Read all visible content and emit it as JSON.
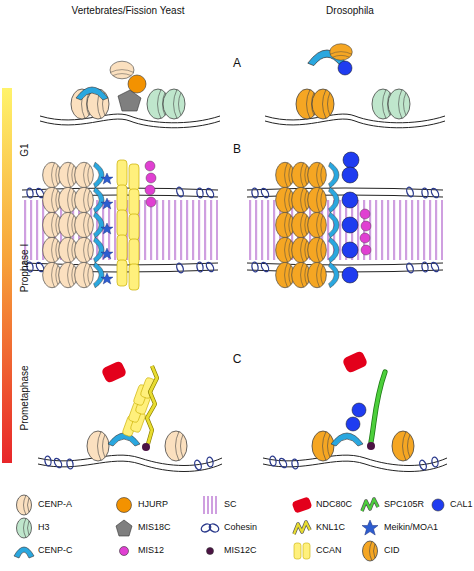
{
  "diagram": {
    "labels": [
      "Vertebrates/Fission Yeast",
      "Drosophila",
      "A",
      "B",
      "C",
      "G1",
      "Prophase I",
      "Prometaphase"
    ],
    "legend": [
      {
        "text": "CENP-A",
        "color": "#fbe0bf"
      },
      {
        "text": "HJURP",
        "color": "#f39200"
      },
      {
        "text": "SC",
        "color": "#cf9fe0"
      },
      {
        "text": "NDC80C",
        "color": "#e3001b"
      },
      {
        "text": "SPC105R",
        "color": "#4ccf3b"
      },
      {
        "text": "CAL1",
        "color": "#1f3cf0"
      },
      {
        "text": "H3",
        "color": "#bfe6cc"
      },
      {
        "text": "MIS18C",
        "color": "#7f7f7f"
      },
      {
        "text": "Cohesin",
        "color": "#2b3a8c"
      },
      {
        "text": "KNL1C",
        "color": "#e8dc30"
      },
      {
        "text": "Meikin/MOA1",
        "color": "#2d5ccf"
      },
      {
        "text": "CENP-C",
        "color": "#2aa7df"
      },
      {
        "text": "MIS12",
        "color": "#e040d2"
      },
      {
        "text": "MIS12C",
        "color": "#4b1344"
      },
      {
        "text": "CCAN",
        "color": "#fff07c"
      },
      {
        "text": "CID",
        "color": "#f5a623"
      }
    ]
  }
}
